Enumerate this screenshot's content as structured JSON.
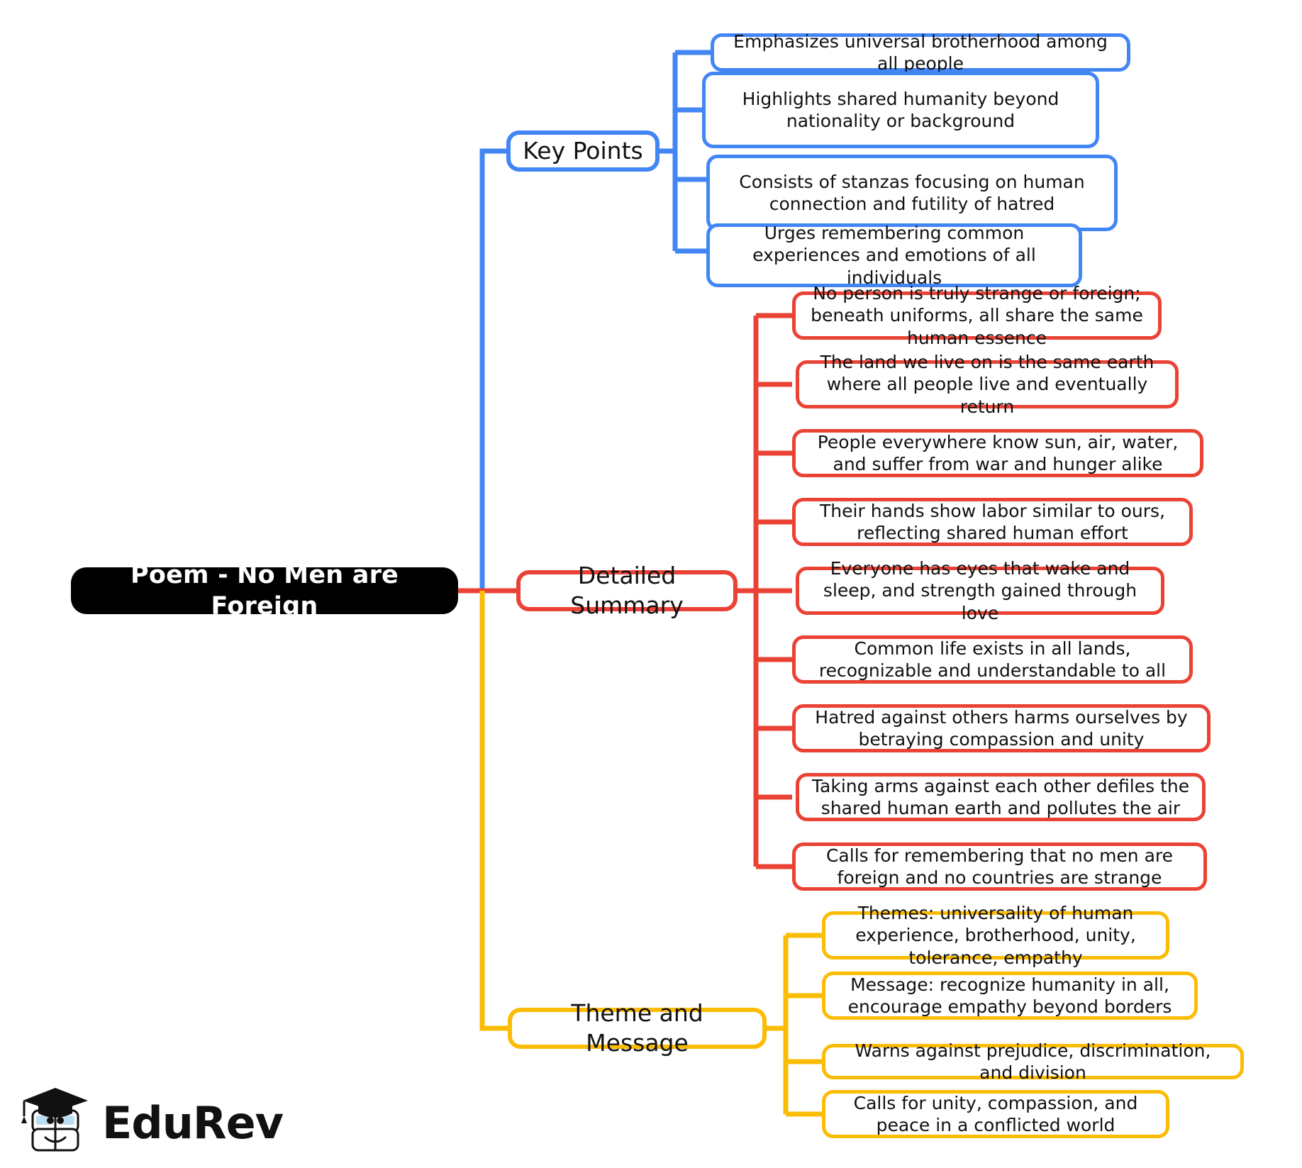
{
  "diagram": {
    "type": "mindmap",
    "title": "Poem - No Men are Foreign",
    "root": {
      "label": "Poem - No Men are Foreign",
      "color": "#000000",
      "text_color": "#ffffff"
    },
    "branches": [
      {
        "id": "key-points",
        "label": "Key Points",
        "color": "#4285f4",
        "children": [
          {
            "label": "Emphasizes universal brotherhood among all people"
          },
          {
            "label": "Highlights shared humanity beyond nationality or background"
          },
          {
            "label": "Consists of stanzas focusing on human connection and futility of hatred"
          },
          {
            "label": "Urges remembering common experiences and emotions of all individuals"
          }
        ]
      },
      {
        "id": "detailed-summary",
        "label": "Detailed Summary",
        "color": "#ea4335",
        "children": [
          {
            "label": "No person is truly strange or foreign; beneath uniforms, all share the same human essence"
          },
          {
            "label": "The land we live on is the same earth where all people live and eventually return"
          },
          {
            "label": "People everywhere know sun, air, water, and suffer from war and hunger alike"
          },
          {
            "label": "Their hands show labor similar to ours, reflecting shared human effort"
          },
          {
            "label": "Everyone has eyes that wake and sleep, and strength gained through love"
          },
          {
            "label": "Common life exists in all lands, recognizable and understandable to all"
          },
          {
            "label": "Hatred against others harms ourselves by betraying compassion and unity"
          },
          {
            "label": "Taking arms against each other defiles the shared human earth and pollutes the air"
          },
          {
            "label": "Calls for remembering that no men are foreign and no countries are strange"
          }
        ]
      },
      {
        "id": "theme-and-message",
        "label": "Theme and Message",
        "color": "#fbbc04",
        "children": [
          {
            "label": "Themes: universality of human experience, brotherhood, unity, tolerance, empathy"
          },
          {
            "label": "Message: recognize humanity in all, encourage empathy beyond borders"
          },
          {
            "label": "Warns against prejudice, discrimination, and division"
          },
          {
            "label": "Calls for unity, compassion, and peace in a conflicted world"
          }
        ]
      }
    ]
  },
  "branding": {
    "name": "EduRev",
    "logo_icon": "graduation-cap-book-mascot-icon"
  },
  "colors": {
    "blue": "#4285f4",
    "red": "#ea4335",
    "yellow": "#fbbc04",
    "root_fill": "#000000",
    "node_fill": "#ffffff",
    "text": "#111111",
    "background": "#ffffff"
  }
}
